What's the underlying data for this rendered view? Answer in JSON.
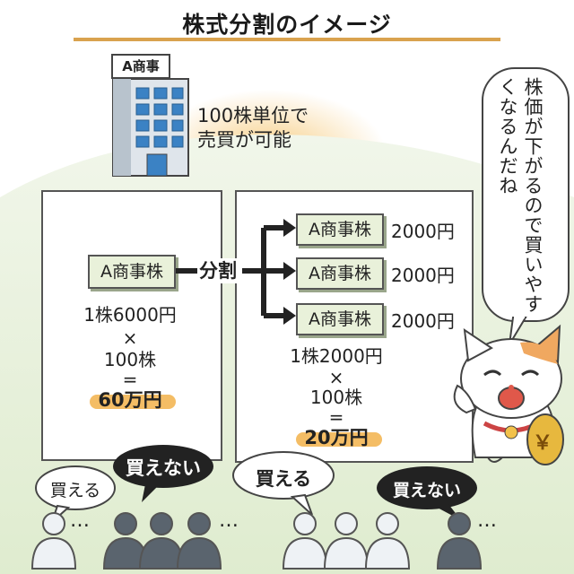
{
  "title": "株式分割のイメージ",
  "company_sign": "A商事",
  "unit_note": [
    "100株単位で",
    "売買が可能"
  ],
  "before": {
    "stock_label": "A商事株",
    "calc_lines": [
      "1株6000円",
      "×",
      "100株",
      "="
    ],
    "result": "60万円"
  },
  "split_label": "分割",
  "after": {
    "stocks": [
      {
        "label": "A商事株",
        "price": "2000円"
      },
      {
        "label": "A商事株",
        "price": "2000円"
      },
      {
        "label": "A商事株",
        "price": "2000円"
      }
    ],
    "calc_lines": [
      "1株2000円",
      "×",
      "100株",
      "="
    ],
    "result": "20万円"
  },
  "cat_speech": "株価が下がるので買いやすくなるんだね",
  "coin_symbol": "￥",
  "bubbles": {
    "left_can": "買える",
    "left_cannot": "買えない",
    "right_can": "買える",
    "right_cannot": "買えない"
  },
  "ellipsis": "…",
  "colors": {
    "highlight": "#f2b24a",
    "ground": "#e8f1dc",
    "stock_fill": "#e9f1da",
    "person_light": "#eef2f5",
    "person_dark": "#5a646e"
  }
}
